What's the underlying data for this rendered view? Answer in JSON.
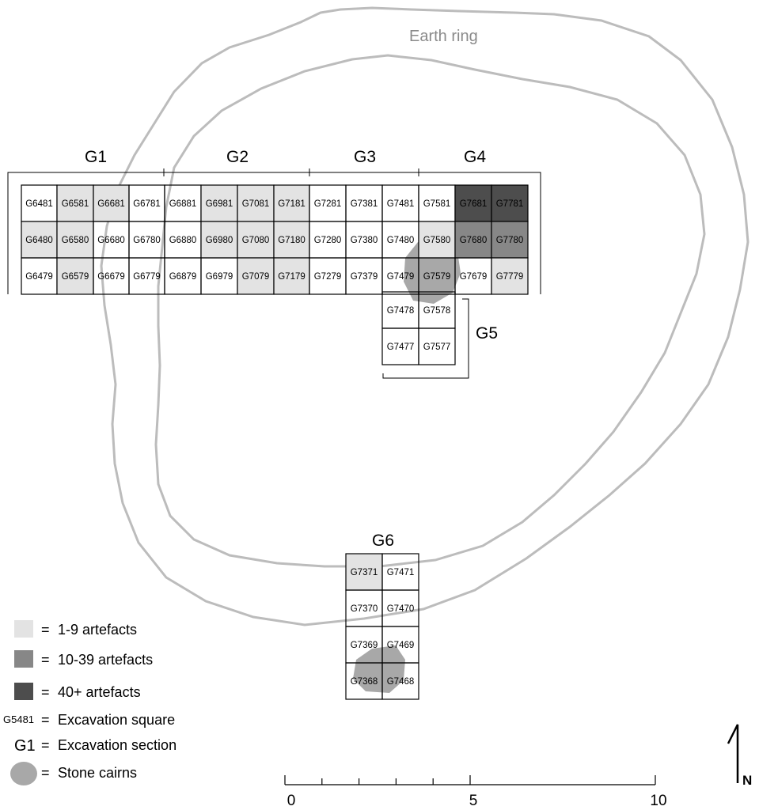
{
  "colors": {
    "none": "#ffffff",
    "low": "#e3e3e3",
    "mid": "#878787",
    "high": "#4d4d4d",
    "cairn": "#a3a3a3",
    "ring": "#bcbcbc"
  },
  "ring_label": "Earth ring",
  "sections": [
    {
      "id": "G1",
      "label": "G1"
    },
    {
      "id": "G2",
      "label": "G2"
    },
    {
      "id": "G3",
      "label": "G3"
    },
    {
      "id": "G4",
      "label": "G4"
    },
    {
      "id": "G5",
      "label": "G5"
    },
    {
      "id": "G6",
      "label": "G6"
    }
  ],
  "squares": [
    {
      "id": "G6481",
      "level": "none"
    },
    {
      "id": "G6581",
      "level": "low"
    },
    {
      "id": "G6681",
      "level": "low"
    },
    {
      "id": "G6781",
      "level": "none"
    },
    {
      "id": "G6881",
      "level": "none"
    },
    {
      "id": "G6981",
      "level": "low"
    },
    {
      "id": "G7081",
      "level": "low"
    },
    {
      "id": "G7181",
      "level": "low"
    },
    {
      "id": "G7281",
      "level": "none"
    },
    {
      "id": "G7381",
      "level": "none"
    },
    {
      "id": "G7481",
      "level": "none"
    },
    {
      "id": "G7581",
      "level": "none"
    },
    {
      "id": "G7681",
      "level": "high"
    },
    {
      "id": "G7781",
      "level": "high"
    },
    {
      "id": "G6480",
      "level": "low"
    },
    {
      "id": "G6580",
      "level": "low"
    },
    {
      "id": "G6680",
      "level": "none"
    },
    {
      "id": "G6780",
      "level": "none"
    },
    {
      "id": "G6880",
      "level": "none"
    },
    {
      "id": "G6980",
      "level": "low"
    },
    {
      "id": "G7080",
      "level": "low"
    },
    {
      "id": "G7180",
      "level": "low"
    },
    {
      "id": "G7280",
      "level": "none"
    },
    {
      "id": "G7380",
      "level": "none"
    },
    {
      "id": "G7480",
      "level": "none"
    },
    {
      "id": "G7580",
      "level": "low"
    },
    {
      "id": "G7680",
      "level": "mid"
    },
    {
      "id": "G7780",
      "level": "mid"
    },
    {
      "id": "G6479",
      "level": "none"
    },
    {
      "id": "G6579",
      "level": "low"
    },
    {
      "id": "G6679",
      "level": "none"
    },
    {
      "id": "G6779",
      "level": "none"
    },
    {
      "id": "G6879",
      "level": "none"
    },
    {
      "id": "G6979",
      "level": "none"
    },
    {
      "id": "G7079",
      "level": "low"
    },
    {
      "id": "G7179",
      "level": "low"
    },
    {
      "id": "G7279",
      "level": "none"
    },
    {
      "id": "G7379",
      "level": "none"
    },
    {
      "id": "G7479",
      "level": "none"
    },
    {
      "id": "G7579",
      "level": "none"
    },
    {
      "id": "G7679",
      "level": "none"
    },
    {
      "id": "G7779",
      "level": "low"
    },
    {
      "id": "G7478",
      "level": "none"
    },
    {
      "id": "G7578",
      "level": "none"
    },
    {
      "id": "G7477",
      "level": "none"
    },
    {
      "id": "G7577",
      "level": "none"
    },
    {
      "id": "G7371",
      "level": "low"
    },
    {
      "id": "G7471",
      "level": "none"
    },
    {
      "id": "G7370",
      "level": "none"
    },
    {
      "id": "G7470",
      "level": "none"
    },
    {
      "id": "G7369",
      "level": "none"
    },
    {
      "id": "G7469",
      "level": "none"
    },
    {
      "id": "G7368",
      "level": "none"
    },
    {
      "id": "G7468",
      "level": "none"
    }
  ],
  "legend": {
    "low": "1-9 artefacts",
    "mid": "10-39 artefacts",
    "high": "40+ artefacts",
    "square_example": "G5481",
    "square_text": "Excavation square",
    "section_example": "G1",
    "section_text": "Excavation section",
    "cairn_text": "Stone cairns",
    "equals": "="
  },
  "scale": {
    "min": 0,
    "max": 10,
    "labels": [
      "0",
      "5",
      "10"
    ],
    "minor_ticks": [
      1,
      2,
      3,
      4
    ]
  },
  "north": "N"
}
